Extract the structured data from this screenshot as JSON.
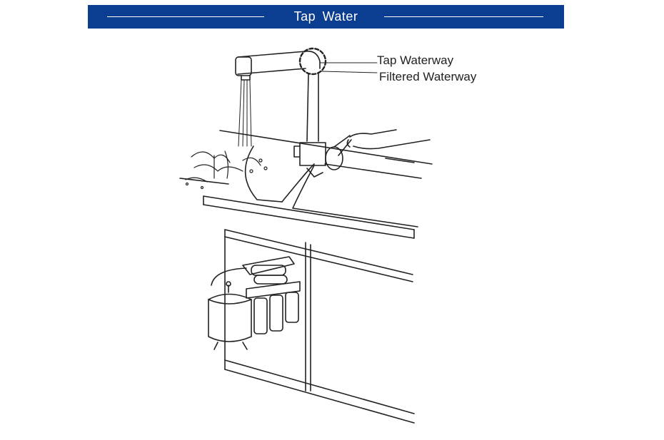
{
  "header": {
    "title": "Tap  Water"
  },
  "callouts": {
    "tap_waterway": "Tap Waterway",
    "filtered_waterway": "Filtered Waterway"
  },
  "colors": {
    "banner": "#0b3d91",
    "line": "#222222"
  }
}
